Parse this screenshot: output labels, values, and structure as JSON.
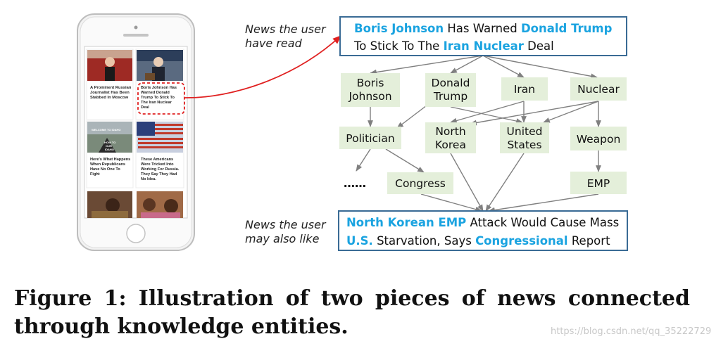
{
  "phone": {
    "cards": [
      {
        "headline": [
          "A Prominent Russian",
          "Journalist Has Been",
          "Stabbed In Moscow"
        ]
      },
      {
        "headline": [
          "Boris Johnson Has",
          "Warned Donald",
          "Trump To Stick To",
          "The Iran Nuclear",
          "Deal"
        ]
      },
      {
        "headline": [
          "Here's What Happens",
          "When Republicans",
          "Have No One To",
          "Fight"
        ]
      },
      {
        "headline": [
          "These Americans",
          "Were Tricked Into",
          "Working For Russia.",
          "They Say They Had",
          "No Idea."
        ]
      }
    ],
    "photo_text": [
      "WELCOME TO IDAHO",
      "HOW TO",
      "OUR",
      "IDAHO"
    ]
  },
  "labels": {
    "read_line1": "News the user",
    "read_line2": "have read",
    "like_line1": "News the user",
    "like_line2": "may also like"
  },
  "news_read": {
    "line1": [
      {
        "text": "Boris Johnson",
        "highlight": true
      },
      {
        "text": " Has Warned ",
        "highlight": false
      },
      {
        "text": "Donald Trump",
        "highlight": true
      }
    ],
    "line2": [
      {
        "text": "To Stick To The ",
        "highlight": false
      },
      {
        "text": "Iran Nuclear",
        "highlight": true
      },
      {
        "text": " Deal",
        "highlight": false
      }
    ]
  },
  "news_like": {
    "line1": [
      {
        "text": "North Korean EMP",
        "highlight": true
      },
      {
        "text": " Attack Would Cause Mass",
        "highlight": false
      }
    ],
    "line2": [
      {
        "text": "U.S.",
        "highlight": true
      },
      {
        "text": " Starvation, Says ",
        "highlight": false
      },
      {
        "text": "Congressional",
        "highlight": true
      },
      {
        "text": " Report",
        "highlight": false
      }
    ]
  },
  "entities": {
    "boris": [
      "Boris",
      "Johnson"
    ],
    "trump": [
      "Donald",
      "Trump"
    ],
    "iran": [
      "Iran"
    ],
    "nuclear": [
      "Nuclear"
    ],
    "politician": [
      "Politician"
    ],
    "northkorea": [
      "North",
      "Korea"
    ],
    "unitedstates": [
      "United",
      "States"
    ],
    "weapon": [
      "Weapon"
    ],
    "ellipsis": [
      "……"
    ],
    "congress": [
      "Congress"
    ],
    "emp": [
      "EMP"
    ]
  },
  "caption_line1": "Figure 1: Illustration of two pieces of news connected",
  "caption_line2": "through knowledge entities.",
  "watermark": "https://blog.csdn.net/qq_35222729",
  "colors": {
    "highlight": "#1aa3e0",
    "box_border": "#3a6b95",
    "node_fill": "#e4efda",
    "edge": "#808080",
    "red_arrow": "#e02020"
  }
}
